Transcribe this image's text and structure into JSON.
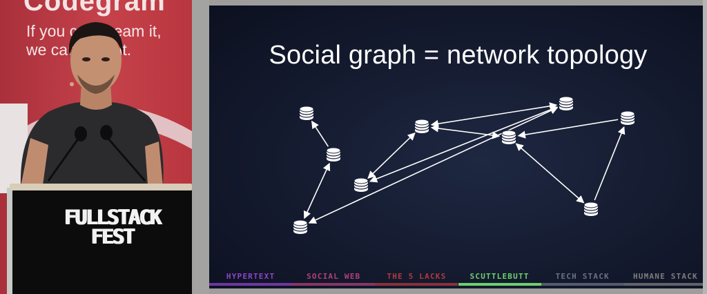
{
  "camera": {
    "banner": {
      "brand": "Codegram",
      "tagline": [
        "If you can dream it,",
        "we can build it."
      ]
    },
    "podium": {
      "logo_lines": [
        "FULLSTACK",
        "FEST"
      ]
    }
  },
  "slide": {
    "title": "Social graph = network topology",
    "graph": {
      "nodes": [
        "n1",
        "n2",
        "n3",
        "n4",
        "n5",
        "n6",
        "n7",
        "n8",
        "n9"
      ],
      "edges": [
        [
          "n2",
          "n1"
        ],
        [
          "n3",
          "n2"
        ],
        [
          "n3",
          "n6"
        ],
        [
          "n6",
          "n5"
        ],
        [
          "n4",
          "n8"
        ],
        [
          "n6",
          "n4"
        ],
        [
          "n7",
          "n8"
        ],
        [
          "n9",
          "n7"
        ],
        [
          "n5",
          "n4"
        ],
        [
          "n8",
          "n9"
        ]
      ]
    },
    "nav": {
      "items": [
        {
          "label": "HYPERTEXT",
          "color": "#8e44c8",
          "active": false
        },
        {
          "label": "SOCIAL WEB",
          "color": "#b0407a",
          "active": false
        },
        {
          "label": "THE 5 LACKS",
          "color": "#b0393f",
          "active": false
        },
        {
          "label": "SCUTTLEBUTT",
          "color": "#6ed16b",
          "active": true
        },
        {
          "label": "TECH STACK",
          "color": "#6b7280",
          "active": false
        },
        {
          "label": "HUMANE STACK",
          "color": "#7d7d7d",
          "active": false
        }
      ]
    }
  }
}
